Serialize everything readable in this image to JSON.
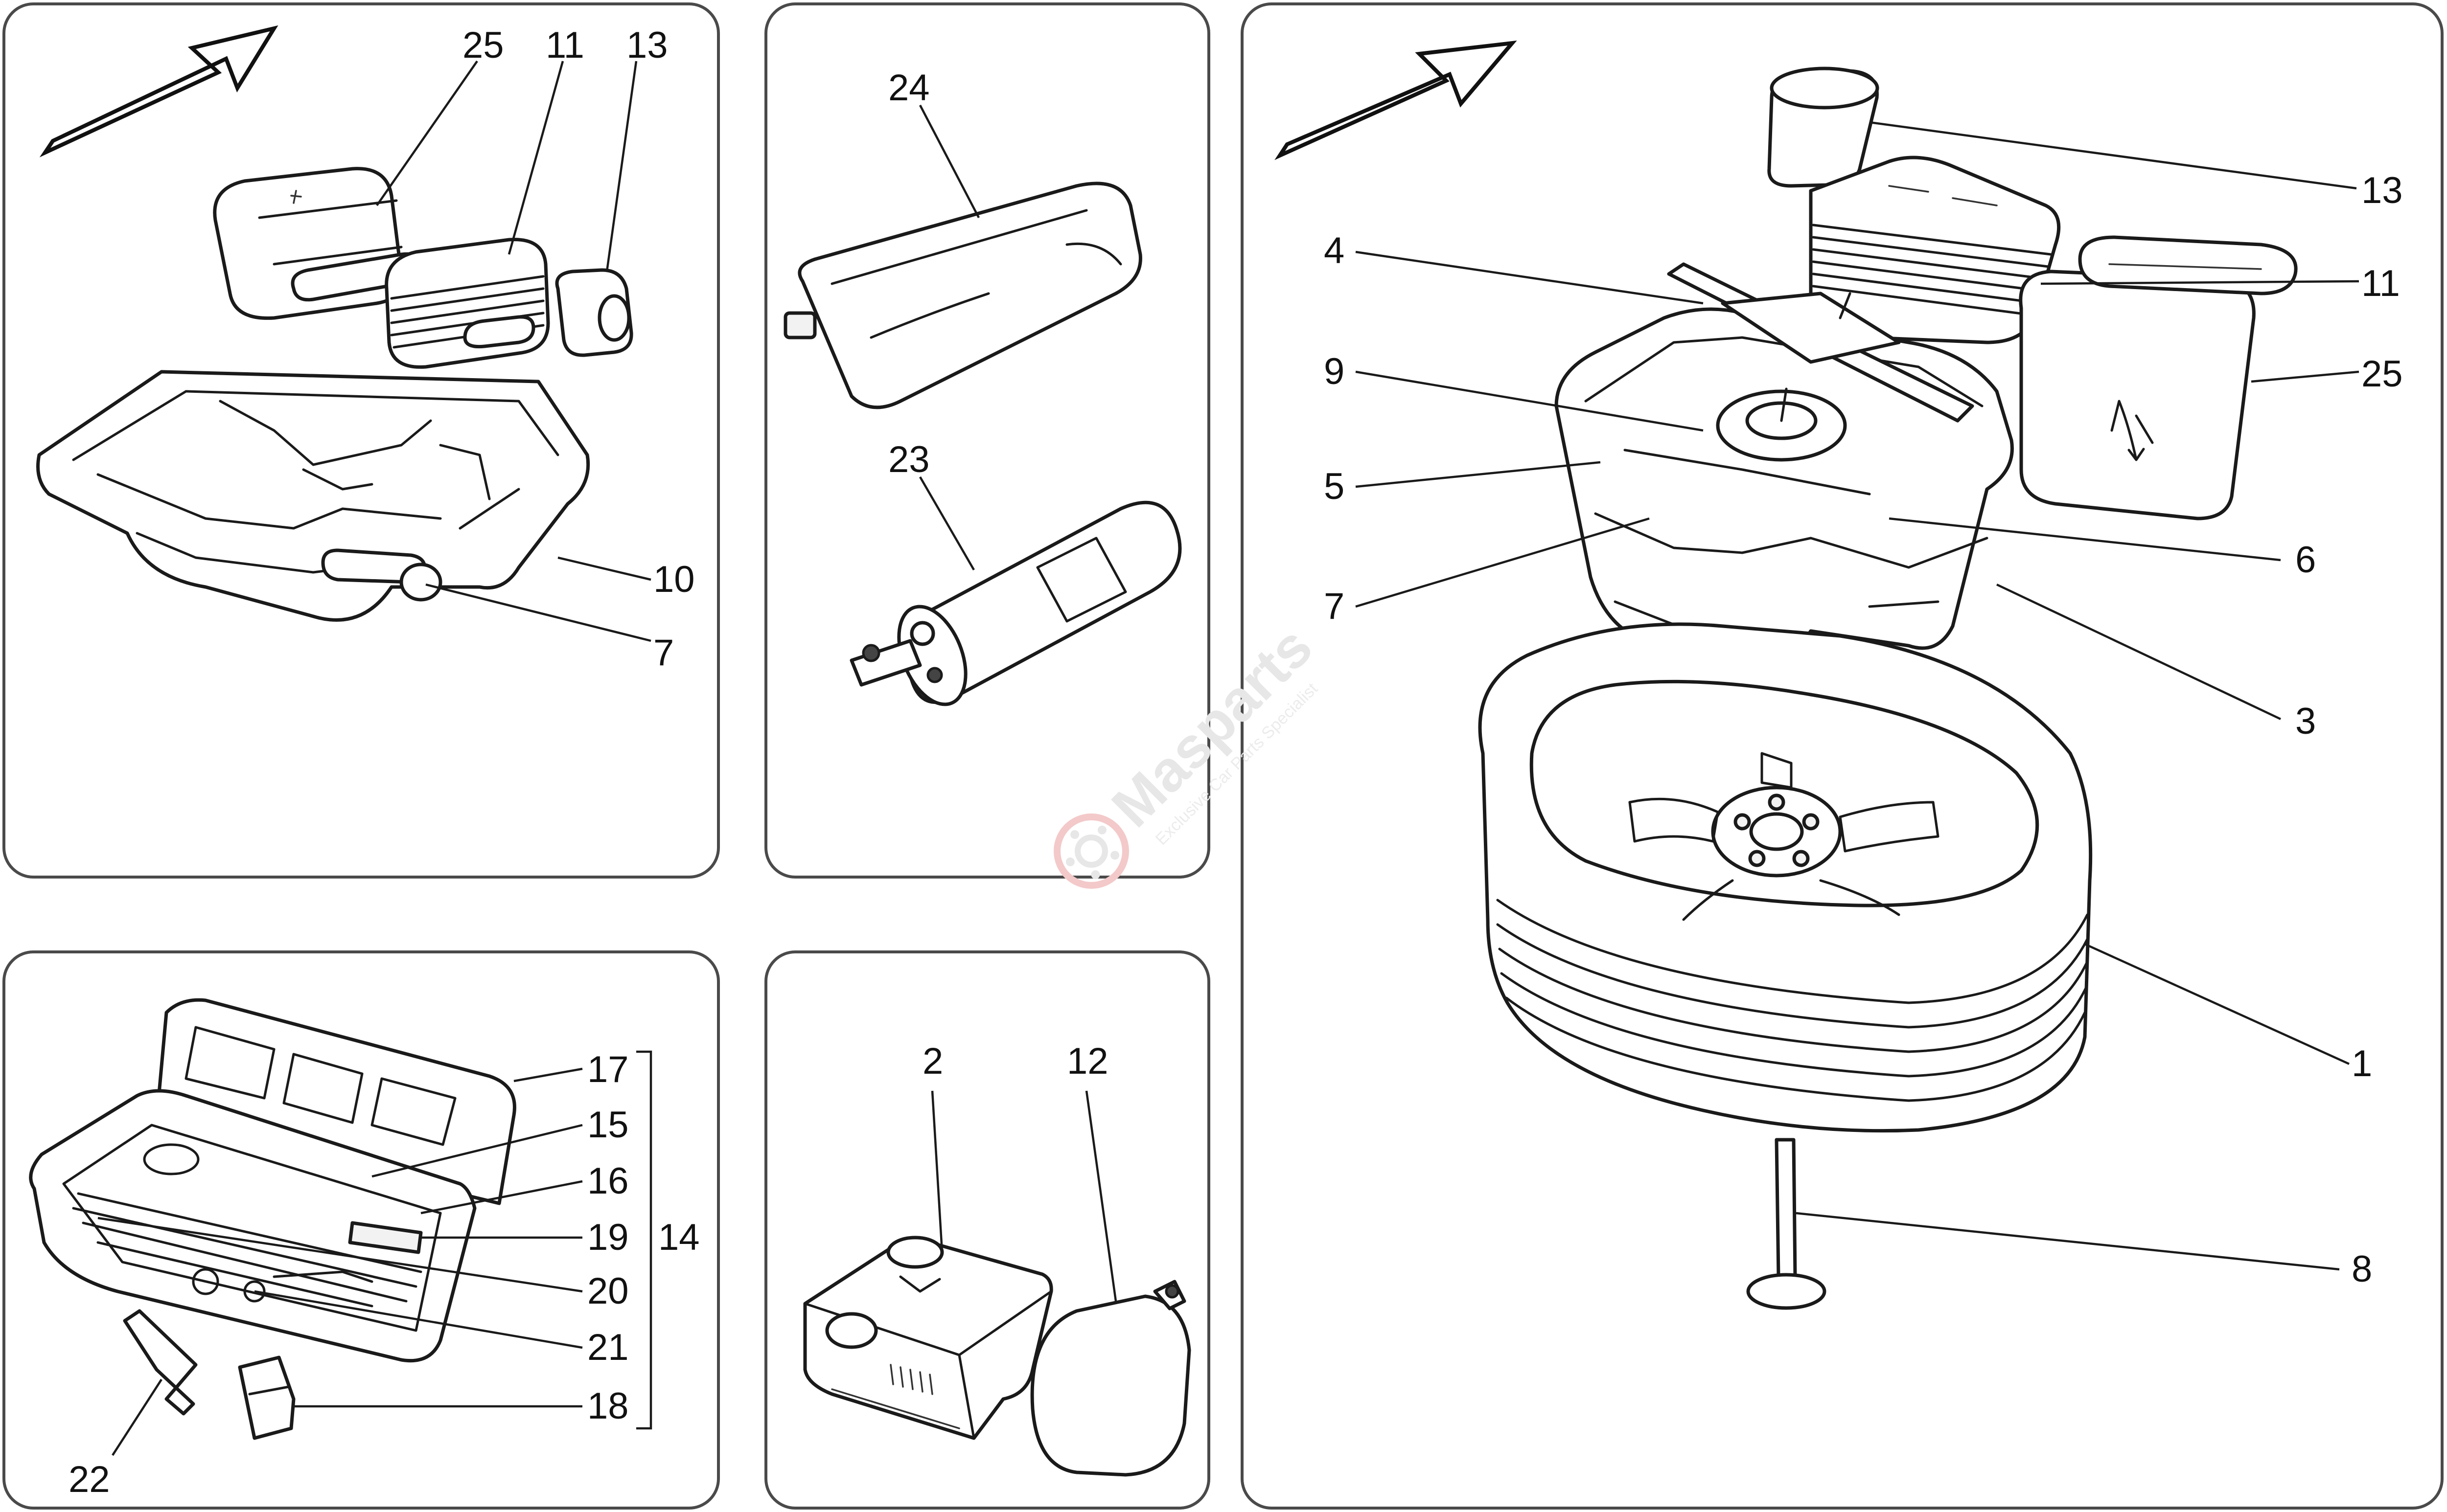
{
  "callouts": {
    "p1_25": "25",
    "p1_11": "11",
    "p1_13": "13",
    "p1_10": "10",
    "p1_7": "7",
    "p2_24": "24",
    "p2_23": "23",
    "p3_13": "13",
    "p3_4": "4",
    "p3_11": "11",
    "p3_9": "9",
    "p3_25": "25",
    "p3_5": "5",
    "p3_6": "6",
    "p3_7": "7",
    "p3_3": "3",
    "p3_1": "1",
    "p3_8": "8",
    "p4_17": "17",
    "p4_15": "15",
    "p4_16": "16",
    "p4_19": "19",
    "p4_14": "14",
    "p4_20": "20",
    "p4_21": "21",
    "p4_18": "18",
    "p4_22": "22",
    "p5_2": "2",
    "p5_12": "12"
  },
  "watermark": {
    "brand": "Masparts",
    "tagline": "Exclusive Car Parts Specialist"
  },
  "colors": {
    "line": "#1a1a1a",
    "frame": "#4a4a4a",
    "watermark": "#e7e7e7",
    "watermark_accent": "#f3c9c9"
  }
}
